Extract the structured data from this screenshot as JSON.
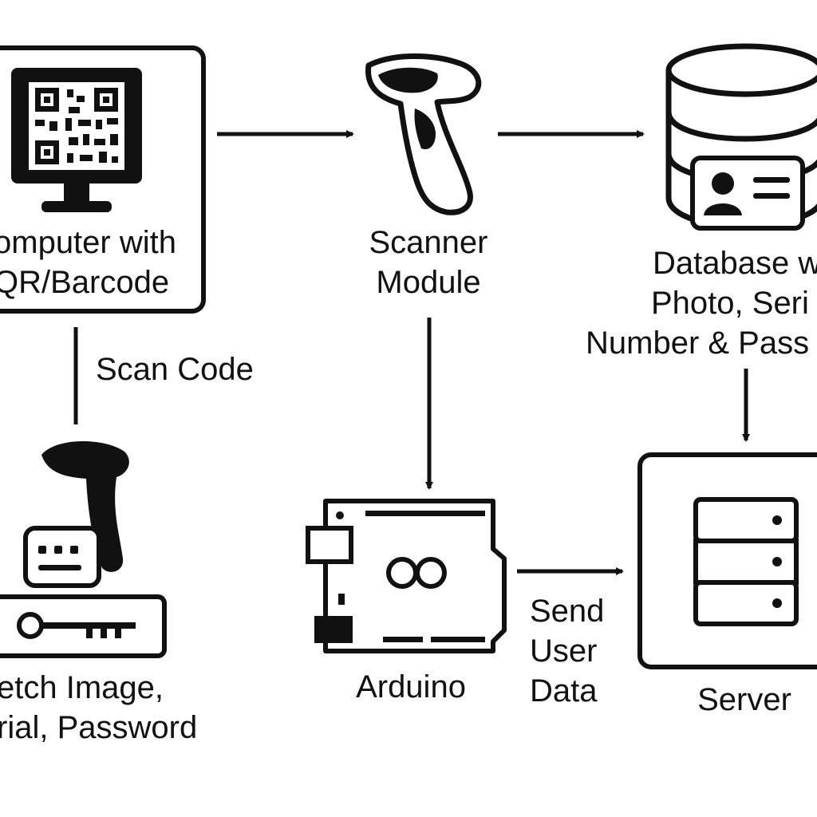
{
  "nodes": {
    "computer": {
      "lines": [
        "omputer with",
        "QR/Barcode"
      ]
    },
    "scanner": {
      "lines": [
        "Scanner",
        "Module"
      ]
    },
    "database": {
      "lines": [
        "Database w",
        "Photo, Seri",
        "Number & Pass"
      ]
    },
    "fetch": {
      "lines": [
        "etch Image,",
        "rial, Password"
      ]
    },
    "arduino": {
      "label": "Arduino"
    },
    "server": {
      "label": "Server"
    }
  },
  "edges": {
    "scan_code": {
      "label": "Scan Code"
    },
    "send_user_data": {
      "lines": [
        "Send",
        "User",
        "Data"
      ]
    }
  },
  "colors": {
    "stroke": "#111111",
    "background": "#ffffff"
  }
}
